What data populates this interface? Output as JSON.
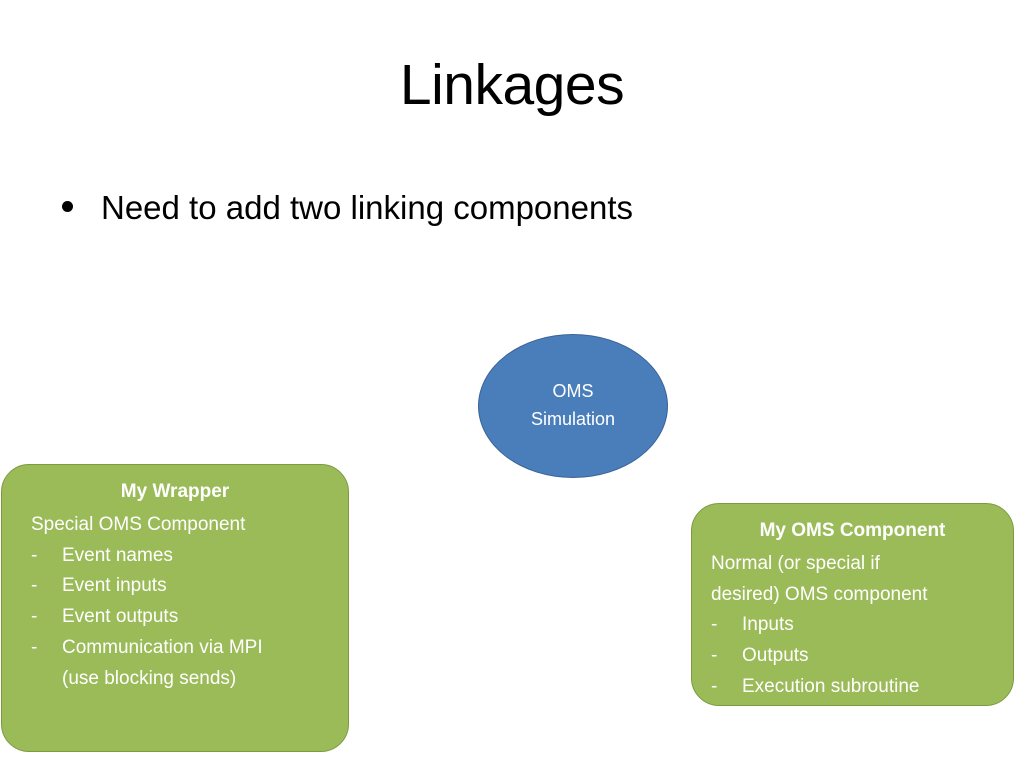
{
  "slide": {
    "title": "Linkages",
    "background_color": "#FFFFFF"
  },
  "body": {
    "bullets": [
      {
        "marker": "bullet-dot",
        "text": "Need to add two linking components"
      }
    ]
  },
  "diagram": {
    "type": "concept-diagram",
    "nodes": [
      {
        "id": "oms-simulation",
        "shape": "ellipse",
        "fill_color": "#4A7EBB",
        "border_color": "#3A6298",
        "text_color": "#FFFFFF",
        "line1": "OMS",
        "line2": "Simulation"
      },
      {
        "id": "my-wrapper",
        "shape": "rounded-rectangle",
        "fill_color": "#9BBB59",
        "border_color": "#7C9B3F",
        "text_color": "#FFFFFF",
        "title": "My Wrapper",
        "subtitle": "Special OMS Component",
        "items": [
          {
            "marker": "-",
            "label": "Event names"
          },
          {
            "marker": "-",
            "label": "Event inputs"
          },
          {
            "marker": "-",
            "label": "Event outputs"
          },
          {
            "marker": "-",
            "label": "Communication via MPI",
            "continuation": "(use blocking sends)"
          }
        ]
      },
      {
        "id": "my-oms-component",
        "shape": "rounded-rectangle",
        "fill_color": "#9BBB59",
        "border_color": "#7C9B3F",
        "text_color": "#FFFFFF",
        "title": "My OMS Component",
        "subtitle_line1": "Normal (or special if",
        "subtitle_line2": "desired) OMS component",
        "items": [
          {
            "marker": "-",
            "label": "Inputs"
          },
          {
            "marker": "-",
            "label": "Outputs"
          },
          {
            "marker": "-",
            "label": "Execution subroutine"
          }
        ]
      }
    ]
  }
}
